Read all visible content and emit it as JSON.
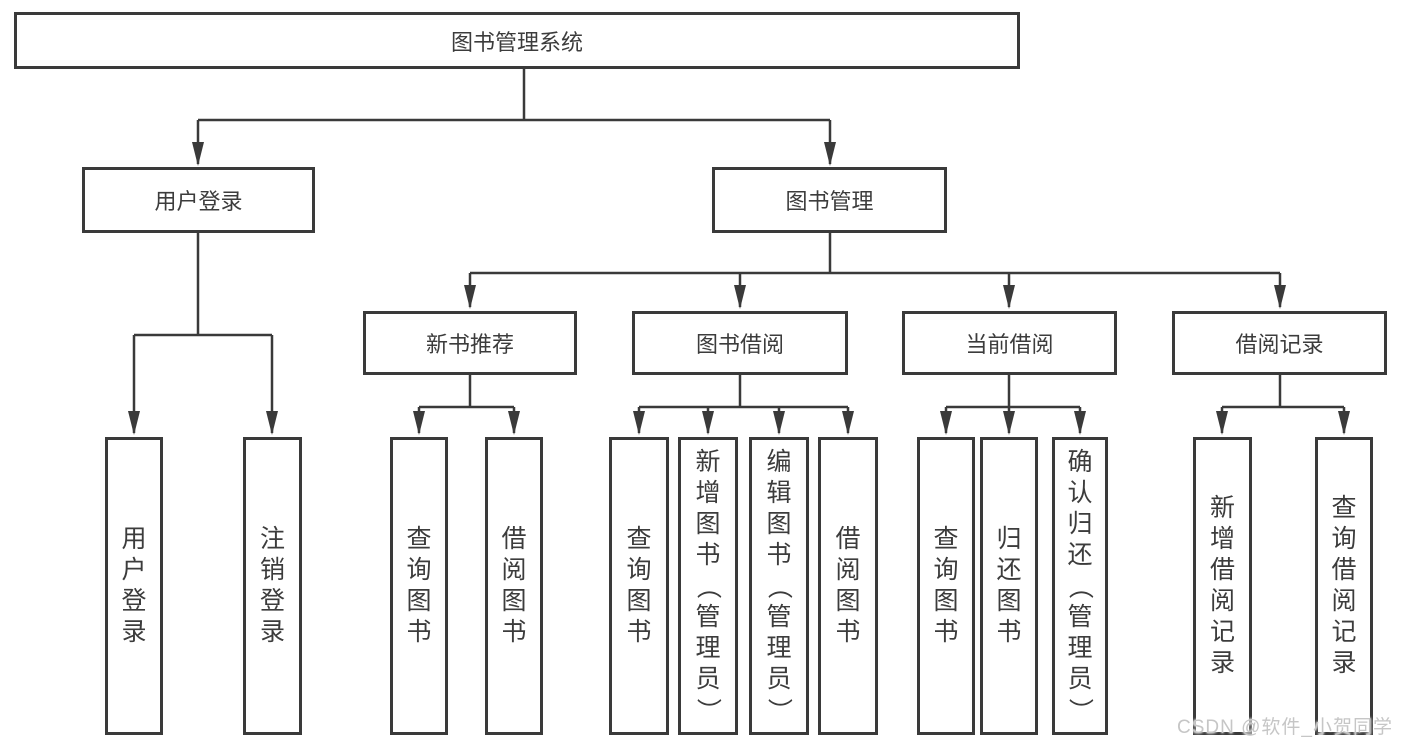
{
  "diagram": {
    "root": {
      "label": "图书管理系统",
      "children": [
        {
          "label": "用户登录",
          "children": [
            {
              "label": "用户登录"
            },
            {
              "label": "注销登录"
            }
          ]
        },
        {
          "label": "图书管理",
          "children": [
            {
              "label": "新书推荐",
              "children": [
                {
                  "label": "查询图书"
                },
                {
                  "label": "借阅图书"
                }
              ]
            },
            {
              "label": "图书借阅",
              "children": [
                {
                  "label": "查询图书"
                },
                {
                  "label": "新增图书（管理员）"
                },
                {
                  "label": "编辑图书（管理员）"
                },
                {
                  "label": "借阅图书"
                }
              ]
            },
            {
              "label": "当前借阅",
              "children": [
                {
                  "label": "查询图书"
                },
                {
                  "label": "归还图书"
                },
                {
                  "label": "确认归还（管理员）"
                }
              ]
            },
            {
              "label": "借阅记录",
              "children": [
                {
                  "label": "新增借阅记录"
                },
                {
                  "label": "查询借阅记录"
                }
              ]
            }
          ]
        }
      ]
    }
  },
  "watermark": {
    "text": "CSDN @软件_小贺同学"
  },
  "colors": {
    "line": "#3a3a3a",
    "text": "#3c3c3c",
    "watermark": "#c6c6c6"
  }
}
